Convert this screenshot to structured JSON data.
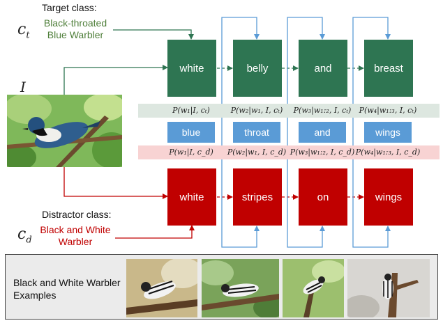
{
  "target": {
    "heading": "Target class:",
    "symbol": "c",
    "subscript": "t",
    "class_name_line1": "Black-throated",
    "class_name_line2": "Blue Warbler",
    "color": "#4f7f3a"
  },
  "distractor": {
    "heading": "Distractor class:",
    "symbol": "c",
    "subscript": "d",
    "class_name_line1": "Black and White",
    "class_name_line2": "Warbler",
    "color": "#c00000"
  },
  "input": {
    "symbol": "I",
    "image": "blue-warbler-photo"
  },
  "target_words": [
    "white",
    "belly",
    "and",
    "breast"
  ],
  "shared_words": [
    "blue",
    "throat",
    "and",
    "wings"
  ],
  "distractor_words": [
    "white",
    "stripes",
    "on",
    "wings"
  ],
  "target_probs": [
    "P(w₁|I, cₜ)",
    "P(w₂|w₁, I, cₜ)",
    "P(w₃|w₁:₂, I, cₜ)",
    "P(w₄|w₁:₃, I, cₜ)"
  ],
  "distractor_probs": [
    "P(w₁|I, c_d)",
    "P(w₂|w₁, I, c_d)",
    "P(w₃|w₁:₂, I, c_d)",
    "P(w₄|w₁:₃, I, c_d)"
  ],
  "examples": {
    "label_line1": "Black and White Warbler",
    "label_line2": "Examples",
    "images": [
      "warbler-example-1",
      "warbler-example-2",
      "warbler-example-3",
      "warbler-example-4"
    ]
  },
  "colors": {
    "target_box": "#2e7552",
    "distractor_box": "#c00000",
    "shared_box": "#5a9bd6",
    "target_band": "#dde7e0",
    "distractor_band": "#f8d3d3",
    "connector": "#5a9bd6"
  }
}
